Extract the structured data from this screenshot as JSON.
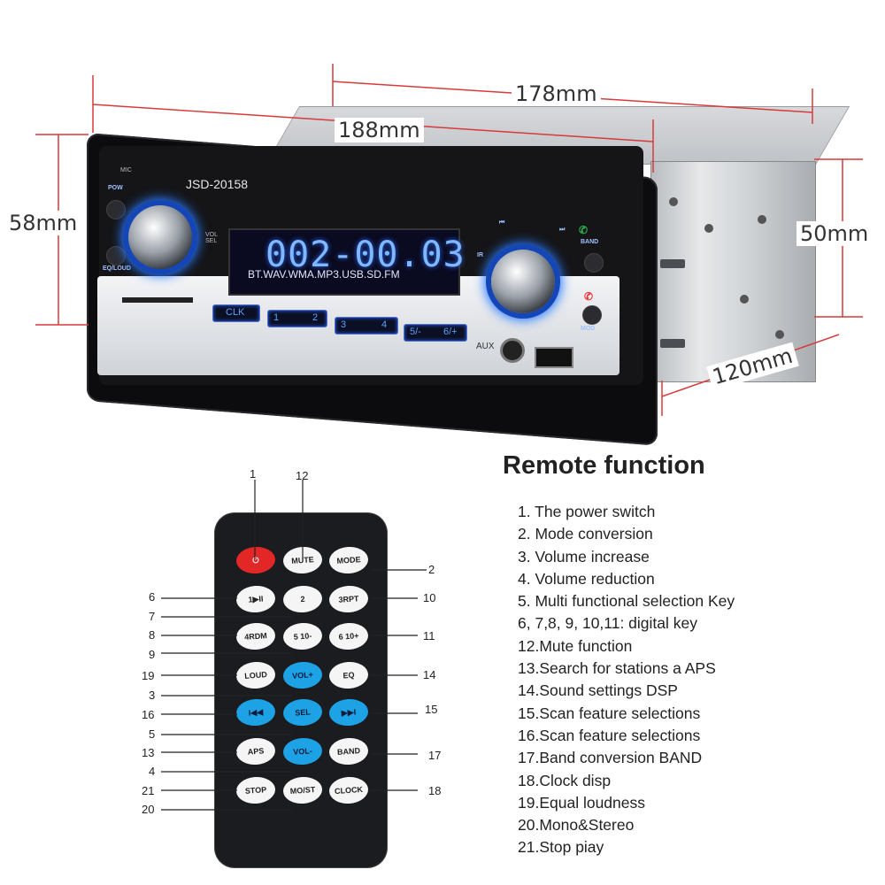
{
  "dimensions": {
    "width_total": "178mm",
    "width_face": "188mm",
    "height_face": "58mm",
    "height_body": "50mm",
    "depth": "120mm"
  },
  "radio": {
    "model": "JSD-20158",
    "display": "002-00.03",
    "formats": "BT.WAV.WMA.MP3.USB.SD.FM",
    "labels": {
      "mic": "MIC",
      "pow": "POW",
      "eq_loud": "EQ/LOUD",
      "vol_sel": "VOL SEL",
      "band": "BAND",
      "mod": "MOD",
      "ir": "IR",
      "aux": "AUX"
    },
    "presets": [
      "CLK",
      "1",
      "2",
      "3",
      "4",
      "5/-",
      "6/+"
    ]
  },
  "remote": {
    "buttons": [
      {
        "id": "power",
        "label": "⏻"
      },
      {
        "id": "mute",
        "label": "MUTE"
      },
      {
        "id": "mode",
        "label": "MODE"
      },
      {
        "id": "key1",
        "label": "1▶II"
      },
      {
        "id": "key2",
        "label": "2"
      },
      {
        "id": "key3",
        "label": "3RPT"
      },
      {
        "id": "key4",
        "label": "4RDM"
      },
      {
        "id": "key5",
        "label": "5 10-"
      },
      {
        "id": "key6",
        "label": "6 10+"
      },
      {
        "id": "loud",
        "label": "LOUD"
      },
      {
        "id": "volup",
        "label": "VOL+"
      },
      {
        "id": "eq",
        "label": "EQ"
      },
      {
        "id": "prev",
        "label": "I◀◀"
      },
      {
        "id": "sel",
        "label": "SEL"
      },
      {
        "id": "next",
        "label": "▶▶I"
      },
      {
        "id": "aps",
        "label": "APS"
      },
      {
        "id": "voldown",
        "label": "VOL-"
      },
      {
        "id": "band",
        "label": "BAND"
      },
      {
        "id": "stop",
        "label": "STOP"
      },
      {
        "id": "most",
        "label": "MO/ST"
      },
      {
        "id": "clock",
        "label": "CLOCK"
      }
    ],
    "callouts_left": [
      "6",
      "7",
      "8",
      "9",
      "19",
      "3",
      "16",
      "5",
      "13",
      "4",
      "21",
      "20"
    ],
    "callouts_right": [
      "2",
      "10",
      "11",
      "14",
      "15",
      "17",
      "18"
    ],
    "callouts_top": [
      "1",
      "12"
    ]
  },
  "functions": {
    "heading": "Remote function",
    "items": [
      "1. The power switch",
      "2. Mode conversion",
      "3. Volume increase",
      "4. Volume reduction",
      "5. Multi functional selection Key",
      "6, 7,8, 9, 10,11: digital key",
      "12.Mute function",
      "13.Search for stations a APS",
      "14.Sound settings DSP",
      "15.Scan feature selections",
      "16.Scan feature selections",
      "17.Band conversion BAND",
      "18.Clock disp",
      "19.Equal loudness",
      "20.Mono&Stereo",
      "21.Stop piay"
    ]
  }
}
